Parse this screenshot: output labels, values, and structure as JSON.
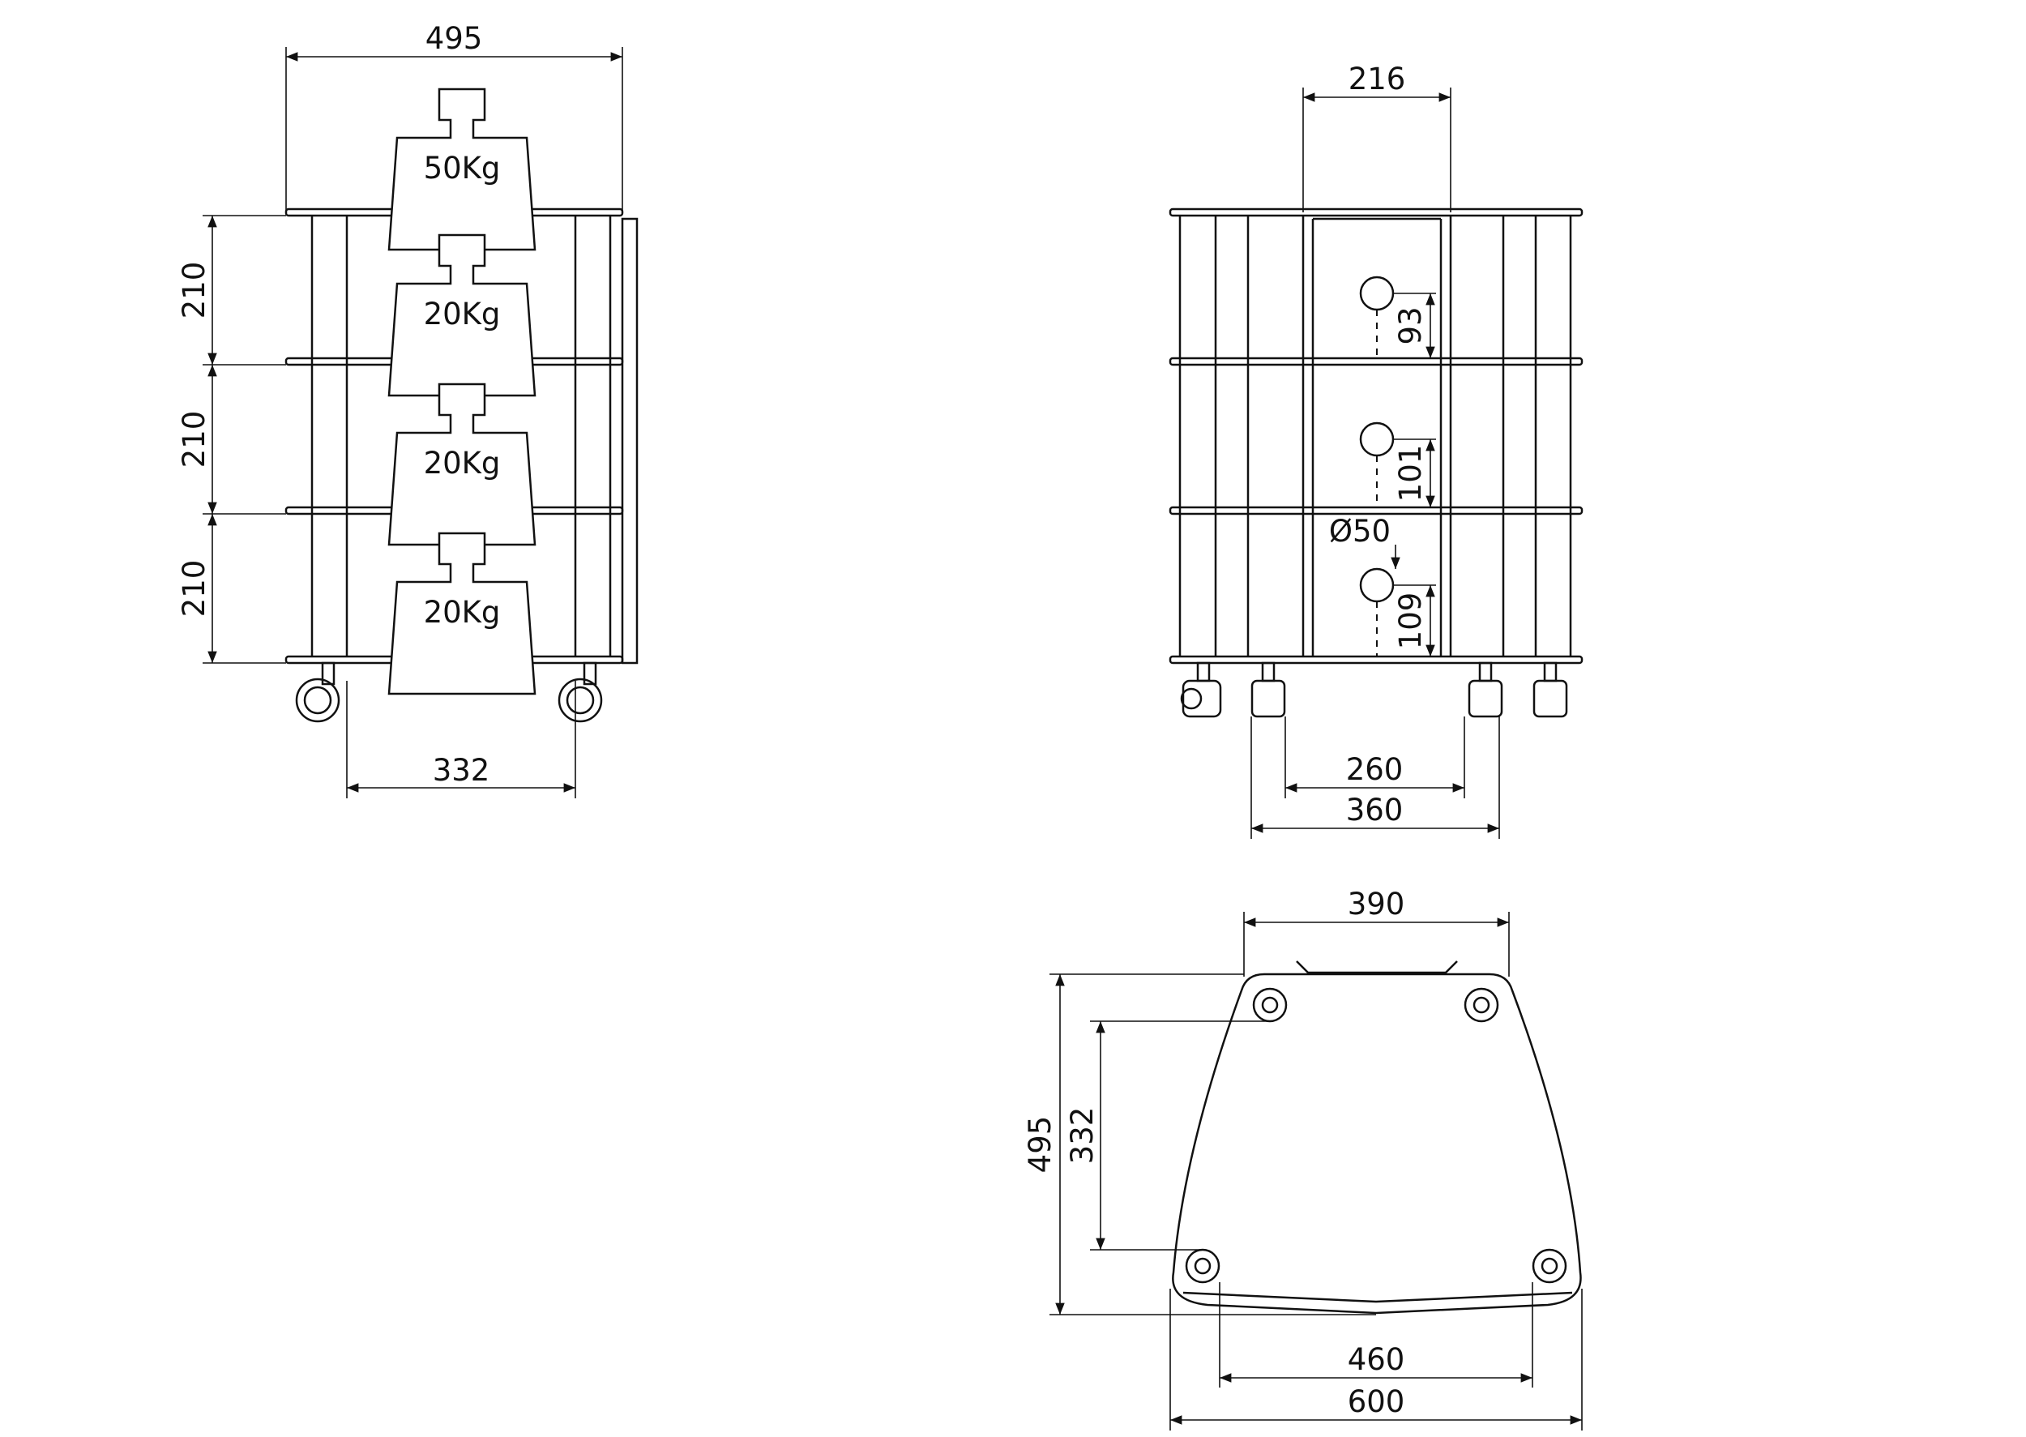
{
  "side_view": {
    "width_top": "495",
    "shelf_heights": [
      "210",
      "210",
      "210"
    ],
    "caster_span": "332",
    "loads": [
      "50Kg",
      "20Kg",
      "20Kg",
      "20Kg"
    ]
  },
  "front_view": {
    "column_width": "216",
    "hole_offsets": [
      "93",
      "101",
      "109"
    ],
    "hole_diameter": "Ø50",
    "inner_wheel_span": "260",
    "outer_wheel_span": "360"
  },
  "top_view": {
    "back_width": "390",
    "depth": "495",
    "post_depth": "332",
    "post_span": "460",
    "front_width": "600"
  }
}
